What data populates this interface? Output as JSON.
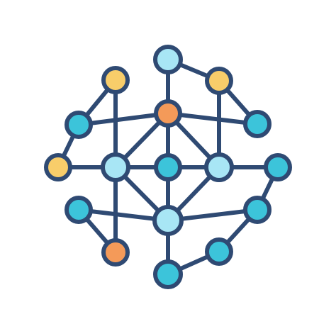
{
  "icon": {
    "name": "network-icon",
    "colors": {
      "stroke": "#2F4A73",
      "background": "#FFFFFF",
      "light_blue": "#A8E6F5",
      "teal": "#3CC4DA",
      "yellow": "#F8CD6A",
      "orange": "#F49A59"
    },
    "nodes": [
      {
        "id": "top-center",
        "color": "light_blue"
      },
      {
        "id": "upper-left-yellow",
        "color": "yellow"
      },
      {
        "id": "upper-right-yellow",
        "color": "yellow"
      },
      {
        "id": "hub-orange",
        "color": "orange"
      },
      {
        "id": "left-teal",
        "color": "teal"
      },
      {
        "id": "right-teal",
        "color": "teal"
      },
      {
        "id": "far-left-yellow",
        "color": "yellow"
      },
      {
        "id": "mid-left-light",
        "color": "light_blue"
      },
      {
        "id": "center-teal",
        "color": "teal"
      },
      {
        "id": "mid-right-light",
        "color": "light_blue"
      },
      {
        "id": "far-right-teal",
        "color": "teal"
      },
      {
        "id": "lower-left-teal",
        "color": "teal"
      },
      {
        "id": "lower-center-light",
        "color": "light_blue"
      },
      {
        "id": "lower-right-teal",
        "color": "teal"
      },
      {
        "id": "bottom-left-orange",
        "color": "orange"
      },
      {
        "id": "bottom-right-teal",
        "color": "teal"
      },
      {
        "id": "bottom-center-teal",
        "color": "teal"
      }
    ],
    "edges": [
      [
        "top-center",
        "hub-orange"
      ],
      [
        "top-center",
        "upper-right-yellow"
      ],
      [
        "upper-right-yellow",
        "right-teal"
      ],
      [
        "upper-right-yellow",
        "mid-right-light"
      ],
      [
        "upper-left-yellow",
        "left-teal"
      ],
      [
        "upper-left-yellow",
        "mid-left-light"
      ],
      [
        "left-teal",
        "far-left-yellow"
      ],
      [
        "left-teal",
        "hub-orange"
      ],
      [
        "hub-orange",
        "mid-left-light"
      ],
      [
        "hub-orange",
        "center-teal"
      ],
      [
        "hub-orange",
        "mid-right-light"
      ],
      [
        "hub-orange",
        "right-teal"
      ],
      [
        "far-left-yellow",
        "mid-left-light"
      ],
      [
        "mid-left-light",
        "center-teal"
      ],
      [
        "center-teal",
        "mid-right-light"
      ],
      [
        "mid-right-light",
        "far-right-teal"
      ],
      [
        "mid-left-light",
        "lower-center-light"
      ],
      [
        "mid-left-light",
        "bottom-left-orange"
      ],
      [
        "center-teal",
        "lower-center-light"
      ],
      [
        "mid-right-light",
        "lower-center-light"
      ],
      [
        "lower-left-teal",
        "lower-center-light"
      ],
      [
        "lower-left-teal",
        "bottom-left-orange"
      ],
      [
        "lower-center-light",
        "lower-right-teal"
      ],
      [
        "lower-right-teal",
        "far-right-teal"
      ],
      [
        "lower-right-teal",
        "bottom-right-teal"
      ],
      [
        "bottom-right-teal",
        "bottom-center-teal"
      ],
      [
        "lower-center-light",
        "bottom-center-teal"
      ]
    ]
  }
}
